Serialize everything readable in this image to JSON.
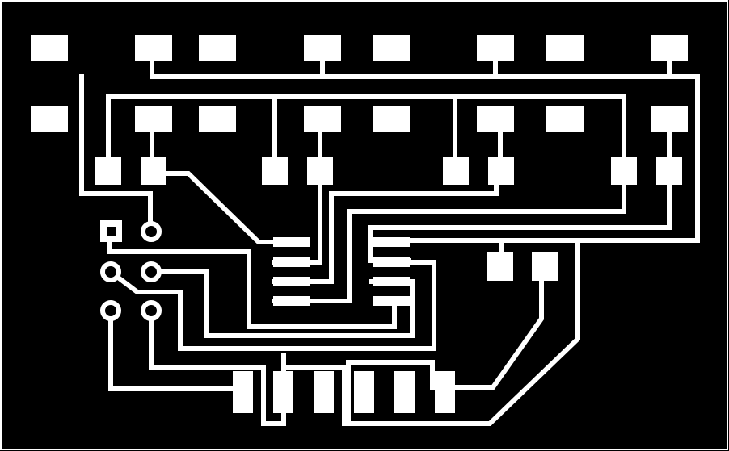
{
  "board": {
    "background_color": "#000000",
    "copper_color": "#ffffff",
    "pad_rows": 2,
    "pads_per_row": 8,
    "smd_pads": 8,
    "soic_pins": 8,
    "header_pins": 6,
    "connector_pads": 6,
    "capacitor_pads": 2
  }
}
